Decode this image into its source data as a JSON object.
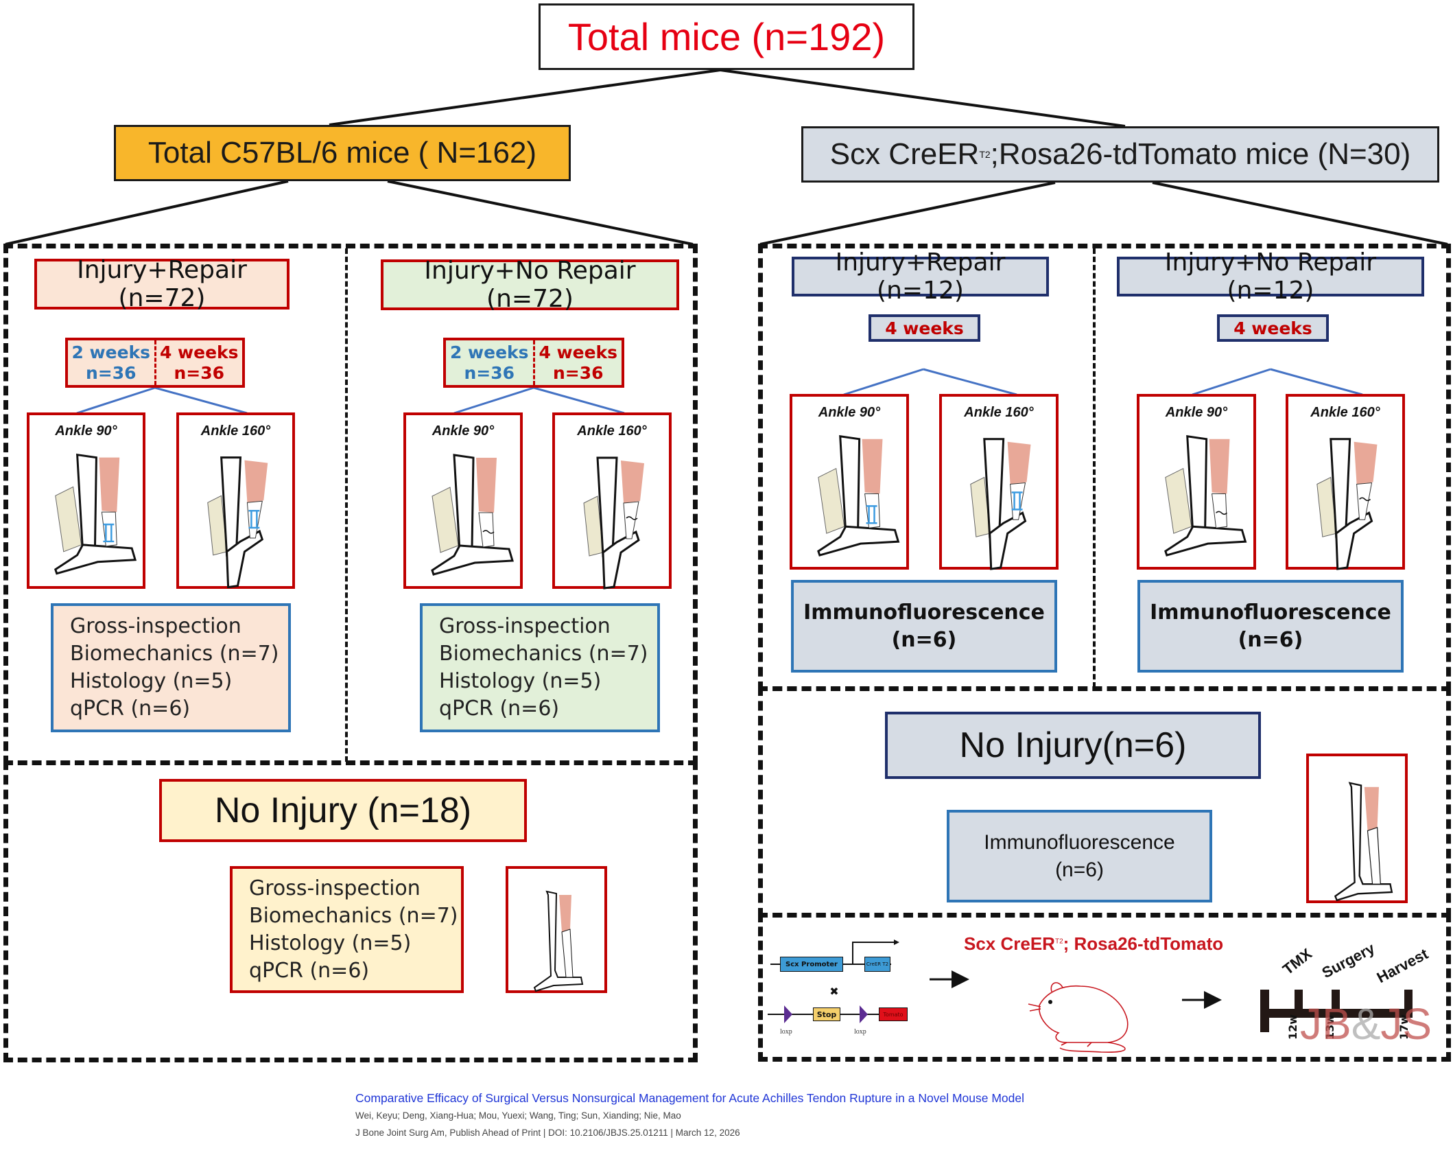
{
  "root": {
    "label": "Total mice (n=192)"
  },
  "left_strain": {
    "label": "Total C57BL/6 mice ( N=162)"
  },
  "right_strain": {
    "prefix": "Scx CreER",
    "superscript": "T2",
    "suffix": ";Rosa26-tdTomato mice (N=30)"
  },
  "c57": {
    "repair": {
      "label": "Injury+Repair (n=72)",
      "week2": {
        "label": "2 weeks",
        "n": "n=36"
      },
      "week4": {
        "label": "4 weeks",
        "n": "n=36"
      },
      "ankle_a": "Ankle 90°",
      "ankle_b": "Ankle 160°",
      "assays": [
        "Gross-inspection",
        "Biomechanics (n=7)",
        "Histology (n=5)",
        "qPCR (n=6)"
      ]
    },
    "no_repair": {
      "label": "Injury+No Repair (n=72)",
      "week2": {
        "label": "2 weeks",
        "n": "n=36"
      },
      "week4": {
        "label": "4 weeks",
        "n": "n=36"
      },
      "ankle_a": "Ankle 90°",
      "ankle_b": "Ankle 160°",
      "assays": [
        "Gross-inspection",
        "Biomechanics (n=7)",
        "Histology (n=5)",
        "qPCR (n=6)"
      ]
    },
    "no_injury": {
      "label": "No Injury (n=18)",
      "assays": [
        "Gross-inspection",
        "Biomechanics (n=7)",
        "Histology (n=5)",
        "qPCR (n=6)"
      ]
    }
  },
  "scx": {
    "repair": {
      "label": "Injury+Repair (n=12)",
      "weeks": "4 weeks",
      "ankle_a": "Ankle 90°",
      "ankle_b": "Ankle 160°",
      "assay": {
        "line1": "Immunofluorescence",
        "line2": "(n=6)"
      }
    },
    "no_repair": {
      "label": "Injury+No Repair (n=12)",
      "weeks": "4 weeks",
      "ankle_a": "Ankle 90°",
      "ankle_b": "Ankle 160°",
      "assay": {
        "line1": "Immunofluorescence",
        "line2": "(n=6)"
      }
    },
    "no_injury": {
      "label": "No Injury(n=6)",
      "assay": {
        "line1": "Immunofluorescence",
        "line2": "(n=6)"
      }
    }
  },
  "construct": {
    "promoter": "Scx Promoter",
    "creer": "CreER T2",
    "stop": "Stop",
    "tomato": "Tomato",
    "loxp_left": "loxp",
    "loxp_right": "loxp",
    "cross": "✖",
    "mouse_title_prefix": "Scx CreER",
    "mouse_title_sup": "T2",
    "mouse_title_suffix": "; Rosa26-tdTomato"
  },
  "timeline": {
    "events": [
      {
        "label": "TMX",
        "time": "12w"
      },
      {
        "label": "Surgery",
        "time": "13w"
      },
      {
        "label": "Harvest",
        "time": "17w"
      }
    ]
  },
  "watermark": {
    "text_left": "JB",
    "amp": "&",
    "text_right": "JS"
  },
  "citation": {
    "title": "Comparative Efficacy of Surgical Versus Nonsurgical Management for Acute Achilles Tendon Rupture in a Novel Mouse Model",
    "authors": "Wei, Keyu; Deng, Xiang-Hua; Mou, Yuexi; Wang, Ting; Sun, Xianding; Nie, Mao",
    "journal": "J Bone Joint Surg Am, Publish Ahead of Print | DOI: 10.2106/JBJS.25.01211 | March 12, 2026"
  },
  "colors": {
    "root_text": "#e60012",
    "c57_fill": "#f8b62b",
    "scx_fill": "#d6dce4",
    "repair_fill": "#fbe5d6",
    "no_repair_fill": "#e2f0d9",
    "no_injury_fill": "#fff2cc",
    "red_border": "#c00000",
    "blue_border": "#2e75b6",
    "navy_border": "#1f2f6b",
    "muscle": "#e8a898"
  }
}
